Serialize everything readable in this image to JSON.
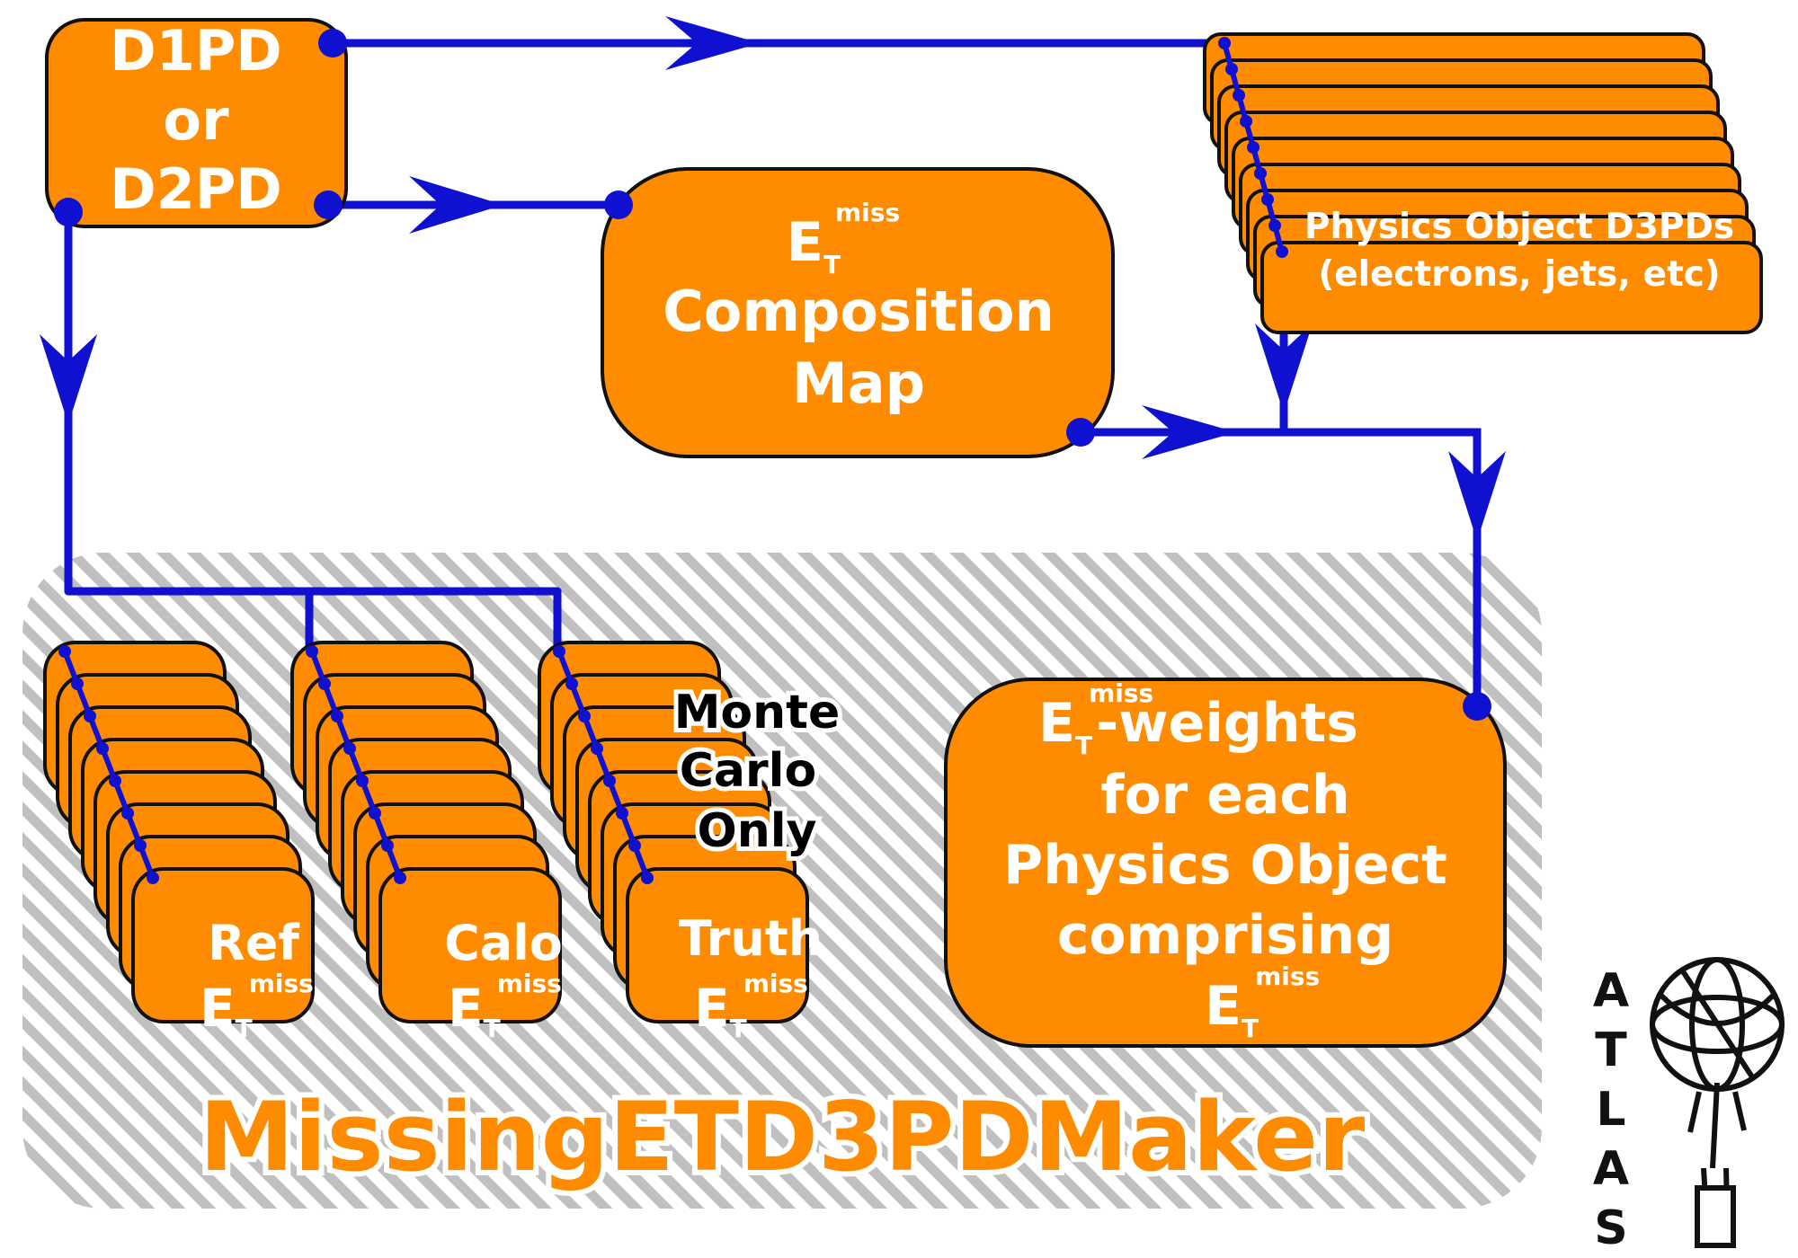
{
  "colors": {
    "box_fill": "#ff8c00",
    "box_stroke": "#111111",
    "connector": "#1010d0",
    "hatch": "#c0c0c0",
    "text_light": "#ffffff",
    "title": "#ff8c00"
  },
  "input_box": {
    "line1": "D1PD",
    "line2": "or",
    "line3": "D2PD"
  },
  "composition_box": {
    "symbol_base": "E",
    "symbol_sub": "T",
    "symbol_sup": "miss",
    "line2": "Composition",
    "line3": "Map"
  },
  "physics_box": {
    "line1": "Physics Object D3PDs",
    "line2": "(electrons, jets, etc)"
  },
  "ref_box": {
    "label": "Ref",
    "symbol_base": "E",
    "symbol_sub": "T",
    "symbol_sup": "miss"
  },
  "calo_box": {
    "label": "Calo",
    "symbol_base": "E",
    "symbol_sub": "T",
    "symbol_sup": "miss"
  },
  "truth_box": {
    "label": "Truth",
    "symbol_base": "E",
    "symbol_sub": "T",
    "symbol_sup": "miss"
  },
  "monte_carlo_note": {
    "line1": "Monte",
    "line2": "Carlo",
    "line3": "Only"
  },
  "weights_box": {
    "symbol_base": "E",
    "symbol_sub": "T",
    "symbol_sup": "miss",
    "line1_suffix": "-weights",
    "line2": "for each",
    "line3": "Physics Object",
    "line4": "comprising",
    "line5_base": "E",
    "line5_sub": "T",
    "line5_sup": "miss"
  },
  "maker_title": "MissingETD3PDMaker",
  "logo": {
    "letters": [
      "A",
      "T",
      "L",
      "A",
      "S"
    ]
  }
}
